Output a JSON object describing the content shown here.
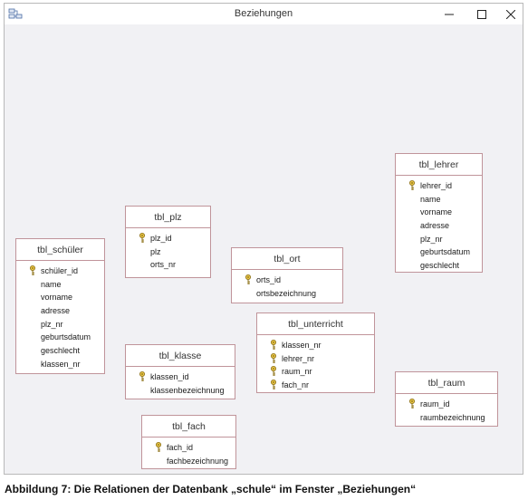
{
  "window": {
    "title": "Beziehungen"
  },
  "tables": [
    {
      "id": "lehrer",
      "name": "tbl_lehrer",
      "fields": [
        {
          "name": "lehrer_id",
          "key": true
        },
        {
          "name": "name"
        },
        {
          "name": "vorname"
        },
        {
          "name": "adresse"
        },
        {
          "name": "plz_nr"
        },
        {
          "name": "geburtsdatum"
        },
        {
          "name": "geschlecht"
        }
      ]
    },
    {
      "id": "plz",
      "name": "tbl_plz",
      "fields": [
        {
          "name": "plz_id",
          "key": true
        },
        {
          "name": "plz"
        },
        {
          "name": "orts_nr"
        }
      ]
    },
    {
      "id": "ort",
      "name": "tbl_ort",
      "fields": [
        {
          "name": "orts_id",
          "key": true
        },
        {
          "name": "ortsbezeichnung"
        }
      ]
    },
    {
      "id": "schueler",
      "name": "tbl_schüler",
      "fields": [
        {
          "name": "schüler_id",
          "key": true
        },
        {
          "name": "name"
        },
        {
          "name": "vorname"
        },
        {
          "name": "adresse"
        },
        {
          "name": "plz_nr"
        },
        {
          "name": "geburtsdatum"
        },
        {
          "name": "geschlecht"
        },
        {
          "name": "klassen_nr"
        }
      ]
    },
    {
      "id": "unterricht",
      "name": "tbl_unterricht",
      "fields": [
        {
          "name": "klassen_nr",
          "key": true
        },
        {
          "name": "lehrer_nr",
          "key": true
        },
        {
          "name": "raum_nr",
          "key": true
        },
        {
          "name": "fach_nr",
          "key": true
        }
      ]
    },
    {
      "id": "klasse",
      "name": "tbl_klasse",
      "fields": [
        {
          "name": "klassen_id",
          "key": true
        },
        {
          "name": "klassenbezeichnung"
        }
      ]
    },
    {
      "id": "raum",
      "name": "tbl_raum",
      "fields": [
        {
          "name": "raum_id",
          "key": true
        },
        {
          "name": "raumbezeichnung"
        }
      ]
    },
    {
      "id": "fach",
      "name": "tbl_fach",
      "fields": [
        {
          "name": "fach_id",
          "key": true
        },
        {
          "name": "fachbezeichnung"
        }
      ]
    }
  ],
  "caption": "Abbildung 7: Die Relationen der Datenbank „schule“ im Fenster „Beziehungen“"
}
